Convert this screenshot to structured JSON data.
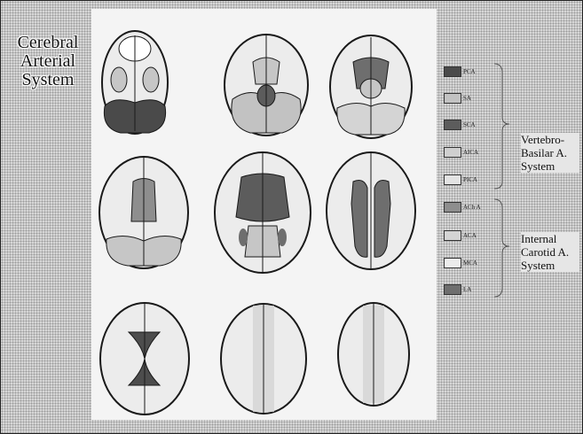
{
  "title_lines": [
    "Cerebral",
    "Arterial",
    "System"
  ],
  "legend": [
    {
      "label": "PCA",
      "color": "#4a4a4a"
    },
    {
      "label": "SA",
      "color": "#c2c2c2"
    },
    {
      "label": "SCA",
      "color": "#5c5c5c"
    },
    {
      "label": "AICA",
      "color": "#cfcfcf"
    },
    {
      "label": "PICA",
      "color": "#e3e3e3"
    },
    {
      "label": "ACh A",
      "color": "#8e8e8e"
    },
    {
      "label": "ACA",
      "color": "#d4d4d4"
    },
    {
      "label": "MCA",
      "color": "#ececec"
    },
    {
      "label": "LA",
      "color": "#6e6e6e"
    }
  ],
  "groups": [
    {
      "lines": [
        "Vertebro-",
        "Basilar A.",
        "System"
      ]
    },
    {
      "lines": [
        "Internal",
        "Carotid A.",
        "System"
      ]
    }
  ],
  "colors": {
    "outline": "#1a1a1a",
    "tissue": "#ececec",
    "dark_region": "#4d4d4d",
    "mid_region": "#8e8e8e",
    "light_region": "#c6c6c6"
  }
}
